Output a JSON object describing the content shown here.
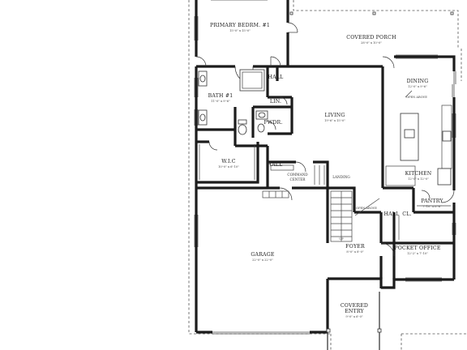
{
  "rooms": {
    "primary_bedroom": {
      "name": "PRIMARY BEDRM. #1",
      "dims": "15'-0\" x 15'-0\""
    },
    "covered_porch": {
      "name": "COVERED PORCH",
      "dims": "28'-0\" x 10'-0\""
    },
    "bath": {
      "name": "BATH #1",
      "dims": "11'-0\" x 9'-6\""
    },
    "hall_upper": {
      "name": "HALL"
    },
    "linen": {
      "name": "LIN."
    },
    "powder": {
      "name": "PWDR."
    },
    "living": {
      "name": "LIVING",
      "dims": "19'-6\" x 15'-0\""
    },
    "dining": {
      "name": "DINING",
      "dims": "12'-0\" x 9'-6\""
    },
    "kitchen": {
      "name": "KITCHEN",
      "dims": "12'-0\" x 12'-0\""
    },
    "wic": {
      "name": "W.I.C",
      "dims": "10'-0\" x 6'-10\""
    },
    "hall_mid": {
      "name": "HALL"
    },
    "command_center": {
      "name_line1": "COMMAND",
      "name_line2": "CENTER"
    },
    "landing": {
      "name": "LANDING"
    },
    "pantry": {
      "name": "PANTRY",
      "dims": "7'-10\" x 6'-6\""
    },
    "hall_right": {
      "name": "HALL"
    },
    "closet": {
      "name": "CL."
    },
    "garage": {
      "name": "GARAGE",
      "dims": "22'-0\" x 22'-0\""
    },
    "foyer": {
      "name": "FOYER",
      "dims": "8'-0\" x 8'-0\""
    },
    "pocket_office": {
      "name": "POCKET OFFICE",
      "dims": "12'-2\" x 7'-10\""
    },
    "covered_entry": {
      "name_line1": "COVERED",
      "name_line2": "ENTRY",
      "dims": "9'-0\" x 6'-0\""
    }
  },
  "annotations": {
    "open_above_dining": "OPEN ABOVE",
    "open_above_stair": "OPEN ABOVE",
    "up": "UP"
  }
}
